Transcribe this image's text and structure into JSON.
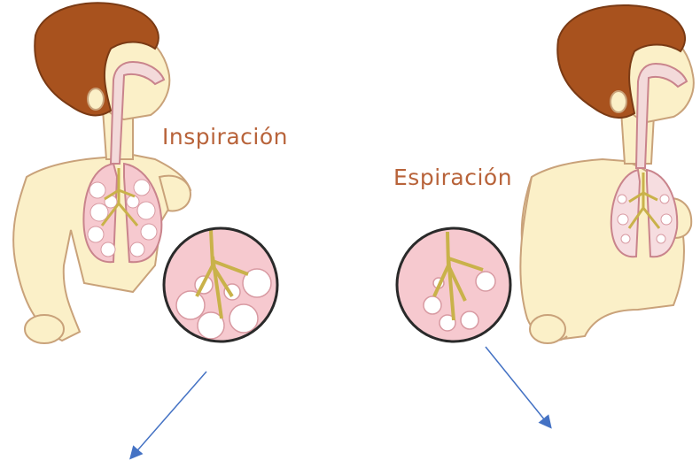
{
  "labels": {
    "inspiration": "Inspiración",
    "expiration": "Espiración"
  },
  "colors": {
    "label_text": "#b8633a",
    "hair": "#a8521e",
    "skin": "#fbf0c8",
    "skin_outline": "#c9a27a",
    "airway": "#f3dada",
    "lung_fill": "#f6c9cf",
    "lung_outline": "#c9848c",
    "alveoli": "#ffffff",
    "bronchi": "#c9b24a",
    "circle_outline": "#2a2a2a",
    "arrow": "#4472c4"
  },
  "icons": [
    "child-inhaling-figure",
    "child-exhaling-figure",
    "alveoli-magnifier-inhale",
    "alveoli-magnifier-exhale",
    "arrow-down-left",
    "arrow-down-right"
  ]
}
